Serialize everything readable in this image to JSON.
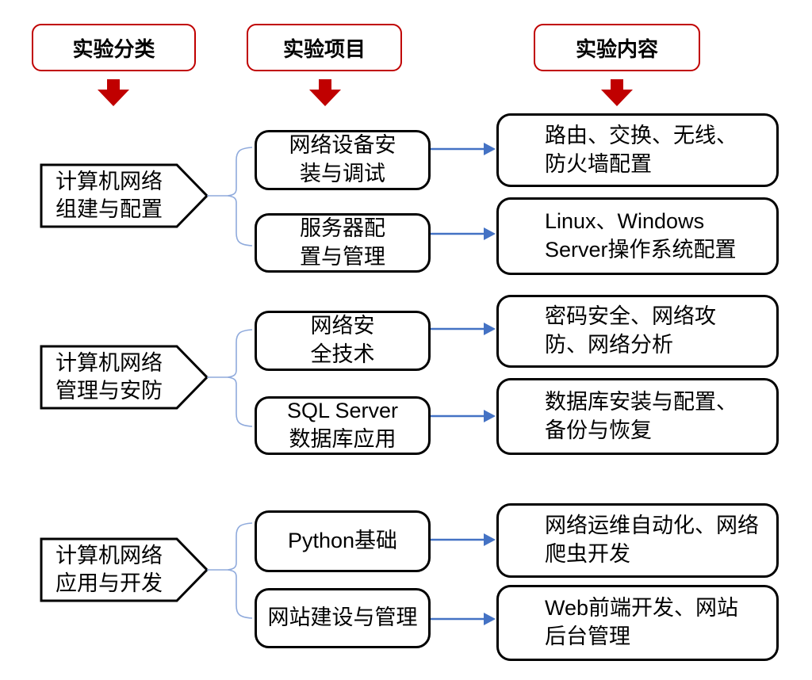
{
  "colors": {
    "red": "#C00000",
    "blue": "#4472C4",
    "brace": "#8FAADC",
    "ink": "#000000",
    "bg": "#FFFFFF"
  },
  "headers": [
    {
      "label": "实验分类"
    },
    {
      "label": "实验项目"
    },
    {
      "label": "实验内容"
    }
  ],
  "groups": [
    {
      "category": {
        "text": "计算机网络\n组建与配置"
      },
      "rows": [
        {
          "project": {
            "text": "网络设备安\n装与调试"
          },
          "content": {
            "text": "路由、交换、无线、\n防火墙配置"
          }
        },
        {
          "project": {
            "text": "服务器配\n置与管理"
          },
          "content": {
            "text": "Linux、Windows\nServer操作系统配置"
          }
        }
      ]
    },
    {
      "category": {
        "text": "计算机网络\n管理与安防"
      },
      "rows": [
        {
          "project": {
            "text": "网络安\n全技术"
          },
          "content": {
            "text": "密码安全、网络攻\n防、网络分析"
          }
        },
        {
          "project": {
            "text": "SQL Server\n数据库应用"
          },
          "content": {
            "text": "数据库安装与配置、\n备份与恢复"
          }
        }
      ]
    },
    {
      "category": {
        "text": "计算机网络\n应用与开发"
      },
      "rows": [
        {
          "project": {
            "text": "Python基础"
          },
          "content": {
            "text": "网络运维自动化、网络\n爬虫开发"
          }
        },
        {
          "project": {
            "text": "网站建设与管理"
          },
          "content": {
            "text": "Web前端开发、网站\n后台管理"
          }
        }
      ]
    }
  ]
}
